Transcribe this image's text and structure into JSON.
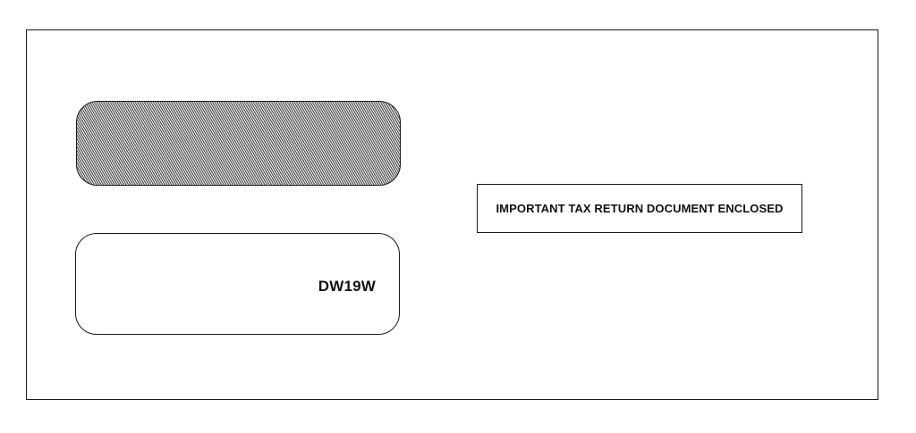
{
  "envelope": {
    "product_code": "DW19W",
    "notice": "IMPORTANT TAX RETURN DOCUMENT ENCLOSED",
    "top_window_fill": "diagonal-hatch",
    "line_color": "#1a1a1a"
  }
}
